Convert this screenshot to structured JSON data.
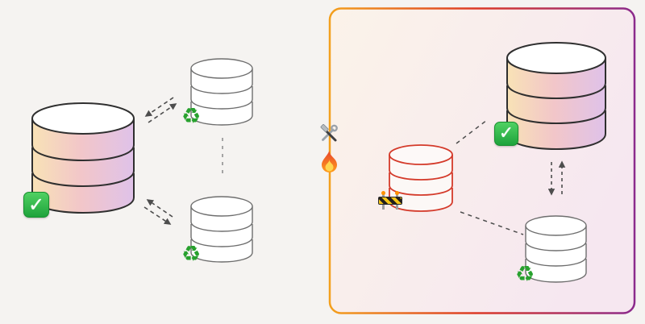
{
  "page": {
    "background_color": "#f5f3f1"
  },
  "colors": {
    "db_gradient_start": "#f8e2b6",
    "db_gradient_mid": "#f2c6c9",
    "db_gradient_end": "#dfc2e9",
    "db_outline_dark": "#2f2f2f",
    "db_outline_gray": "#6e6e6e",
    "db_fill_white": "#ffffff",
    "maintenance_db_outline": "#d43a2a",
    "maintenance_db_fill": "#fcf8f6",
    "connector_gray": "#4d4d4d",
    "connector_light": "#8a8a8a",
    "panel_border_start": "#f3a01e",
    "panel_border_mid": "#dc3a26",
    "panel_border_end": "#8b2b8c",
    "panel_bg_start": "#fbf3e9",
    "panel_bg_end": "#f6e7f0",
    "check_green_top": "#50d162",
    "check_green_bottom": "#1ea33c",
    "recycle_green": "#28a12e"
  },
  "icons": {
    "check": {
      "glyph": "✓"
    },
    "recycle": {
      "glyph": "♻"
    }
  },
  "diagram": {
    "nodes": [
      {
        "id": "primary-db-left",
        "type": "database",
        "variant": "gradient",
        "badge": "check"
      },
      {
        "id": "replica-db-top",
        "type": "database",
        "variant": "plain",
        "badge": "recycle"
      },
      {
        "id": "replica-db-bottom",
        "type": "database",
        "variant": "plain",
        "badge": "recycle"
      },
      {
        "id": "panel-primary-db",
        "type": "database",
        "variant": "gradient",
        "badge": "check"
      },
      {
        "id": "panel-maintenance-db",
        "type": "database",
        "variant": "red-outline",
        "badge": "construction-barrier"
      },
      {
        "id": "panel-replica-db",
        "type": "database",
        "variant": "plain",
        "badge": "recycle"
      }
    ],
    "edges": [
      {
        "from": "primary-db-left",
        "to": "replica-db-top",
        "style": "dashed-double-arrow"
      },
      {
        "from": "primary-db-left",
        "to": "replica-db-bottom",
        "style": "dashed-double-arrow"
      },
      {
        "from": "replica-db-top",
        "to": "replica-db-bottom",
        "style": "dashed-line"
      },
      {
        "from": "panel-maintenance-db",
        "to": "panel-primary-db",
        "style": "dashed-line"
      },
      {
        "from": "panel-maintenance-db",
        "to": "panel-replica-db",
        "style": "dashed-line"
      },
      {
        "from": "panel-primary-db",
        "to": "panel-replica-db",
        "style": "dashed-double-arrow"
      }
    ],
    "panel_edge_icons": [
      "hammer-and-wrench",
      "fire"
    ]
  }
}
